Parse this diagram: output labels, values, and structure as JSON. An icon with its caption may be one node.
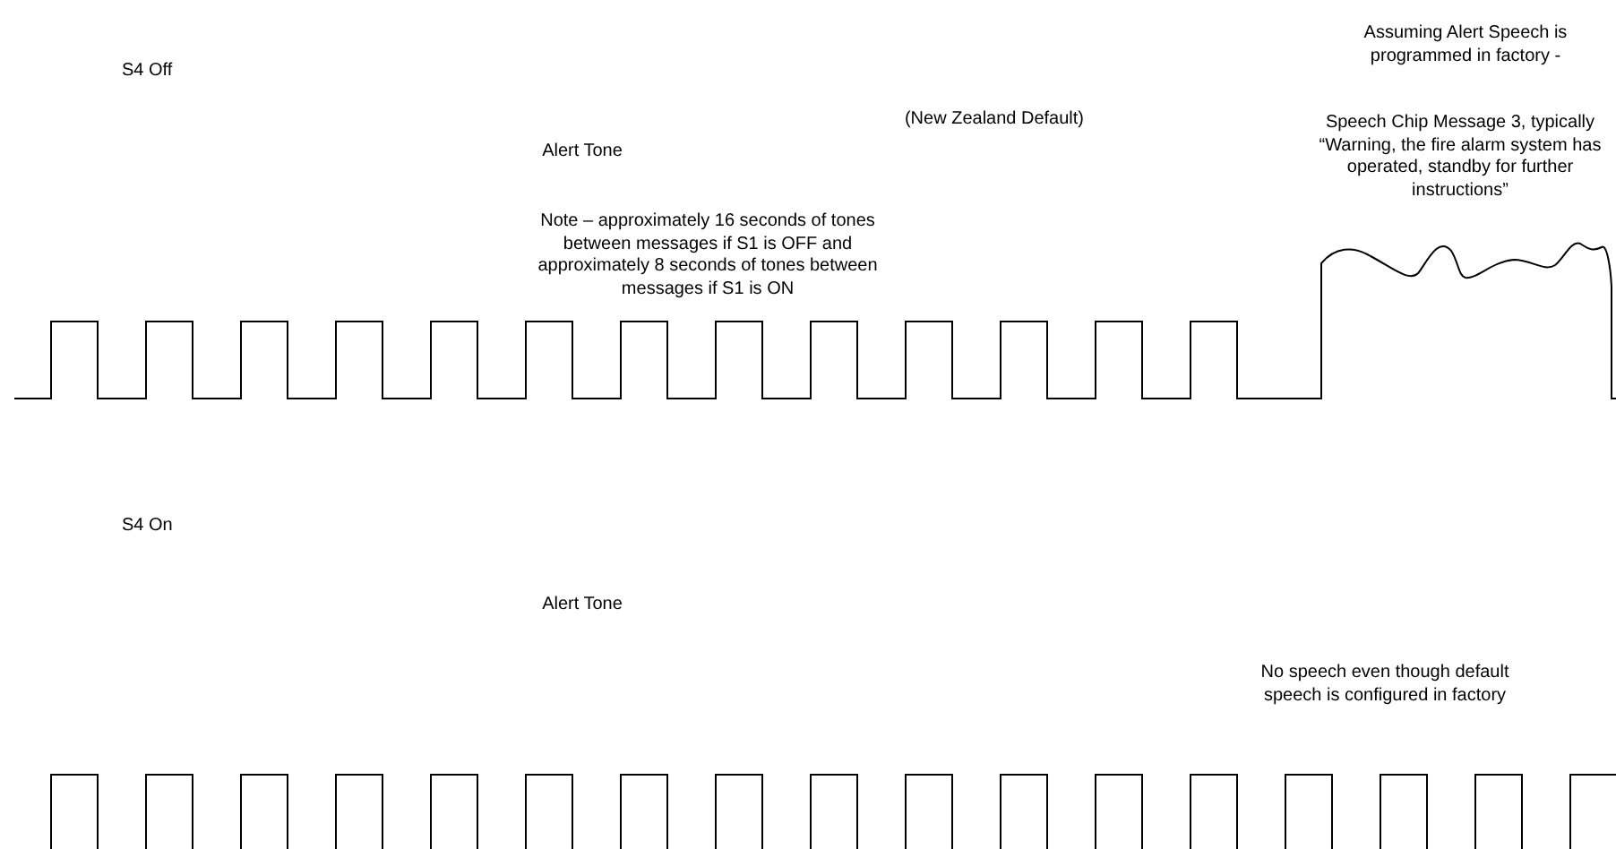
{
  "diagram": {
    "labels": [
      "Assuming Alert Speech is programmed in factory -",
      "S4 Off",
      "(New Zealand Default)",
      "Speech Chip Message 3, typically “Warning, the fire alarm system has operated, standby for further instructions”",
      "Alert Tone",
      "Note – approximately 16 seconds of tones between messages if S1 is OFF and approximately 8 seconds of tones between messages if S1 is ON",
      "S4 On",
      "Alert Tone",
      "No speech even though default speech is configured in factory"
    ]
  }
}
